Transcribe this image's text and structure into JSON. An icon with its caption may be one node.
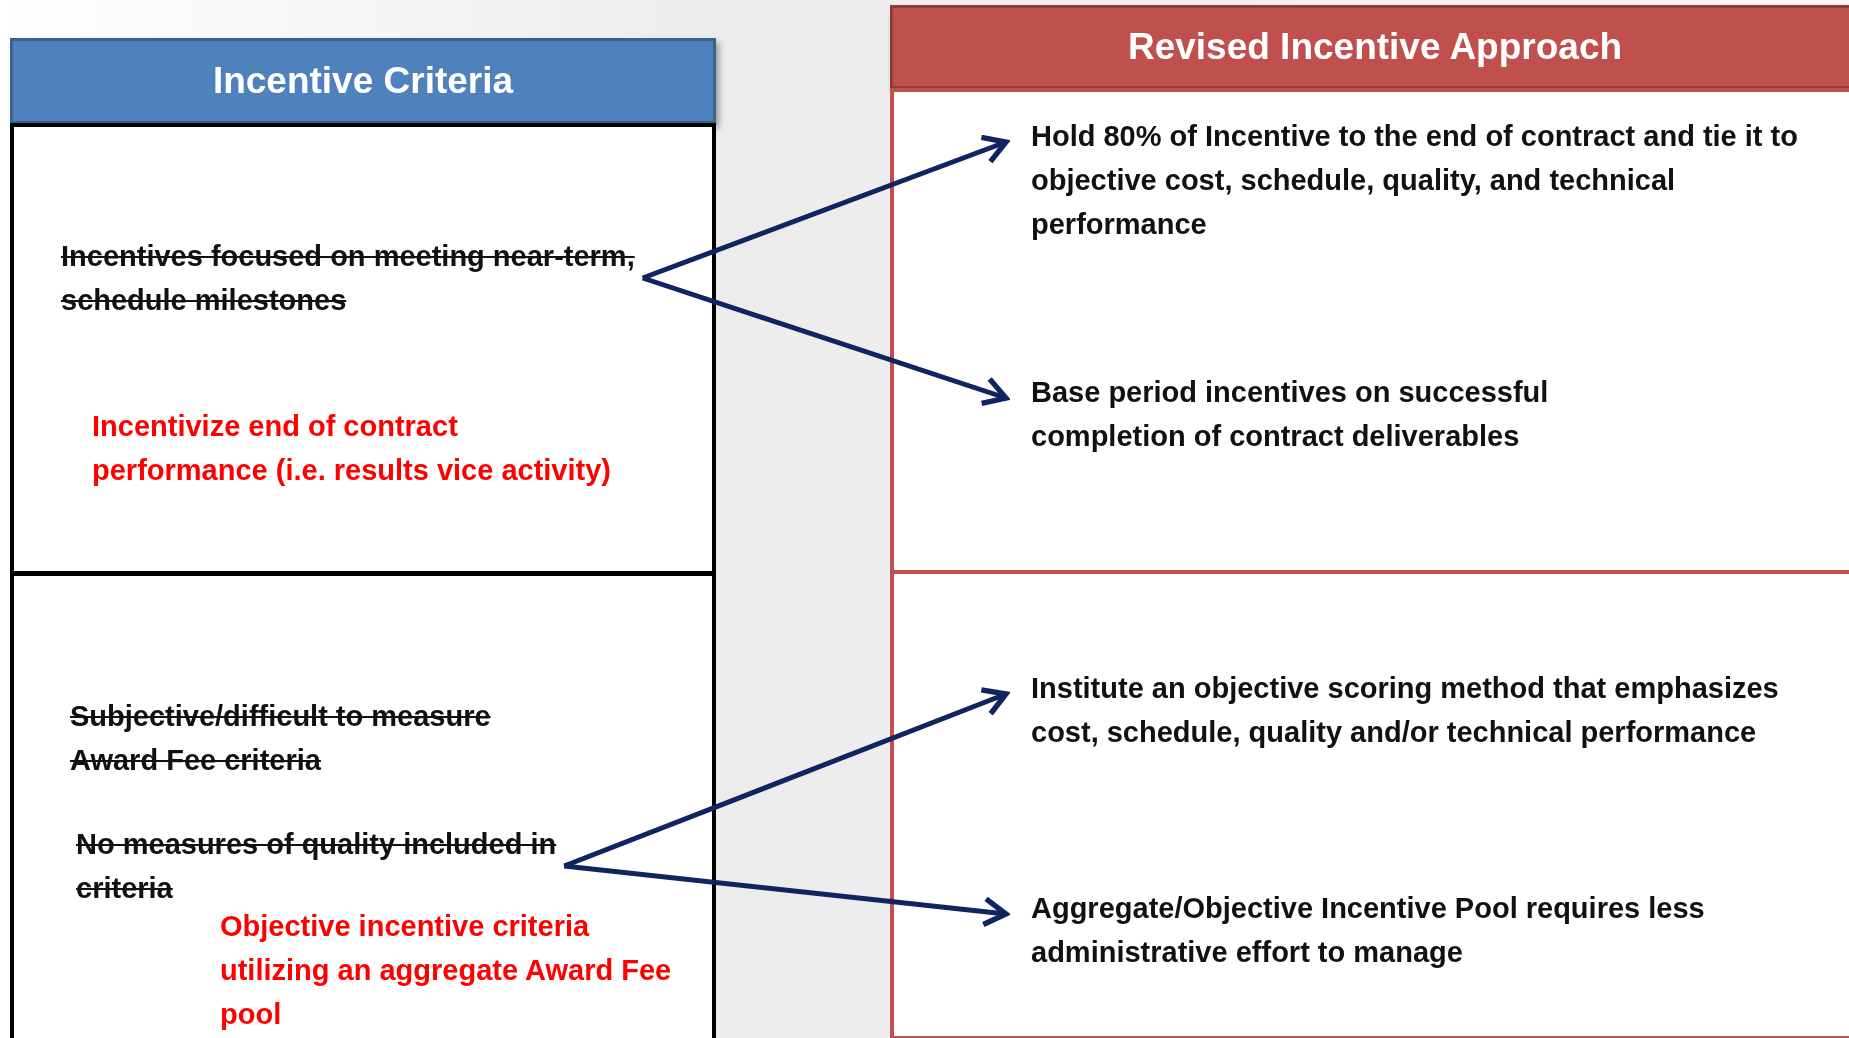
{
  "diagram": {
    "nodes": [
      {
        "text": [
          "Incentive Criteria"
        ]
      },
      {
        "text": [],
        "shape": "box"
      },
      {
        "text": [
          "Incentives focused on meeting near-term, schedule milestones"
        ],
        "in": 1
      },
      {
        "text": [
          "Incentivize end of contract performance (i.e. results vice activity)"
        ],
        "in": 1
      },
      {
        "text": [],
        "shape": "box"
      },
      {
        "text": [
          "Subjective/difficult to measure Award Fee criteria"
        ],
        "in": 4
      },
      {
        "text": [
          "No measures of quality included in criteria"
        ],
        "in": 4
      },
      {
        "text": [
          "Objective incentive criteria utilizing an aggregate Award Fee pool"
        ],
        "in": 4
      },
      {
        "text": [
          "Revised Incentive Approach"
        ]
      },
      {
        "text": [],
        "shape": "box"
      },
      {
        "text": [
          "Hold 80% of Incentive to the end of contract and tie it to objective cost, schedule, quality, and technical performance"
        ],
        "in": 9
      },
      {
        "text": [
          "Base period incentives on successful completion of contract deliverables"
        ],
        "in": 9
      },
      {
        "text": [],
        "shape": "box"
      },
      {
        "text": [
          "Institute an objective scoring method that emphasizes cost, schedule, quality and/or technical performance"
        ],
        "in": 12
      },
      {
        "text": [
          "Aggregate/Objective Incentive Pool requires less administrative effort to manage"
        ],
        "in": 12
      }
    ],
    "edges": [
      {
        "from": 2,
        "to": 10,
        "arrow": "to"
      },
      {
        "from": 2,
        "to": 11,
        "arrow": "to"
      },
      {
        "from": 6,
        "to": 13,
        "arrow": "to"
      },
      {
        "from": 6,
        "to": 14,
        "arrow": "to"
      }
    ]
  }
}
